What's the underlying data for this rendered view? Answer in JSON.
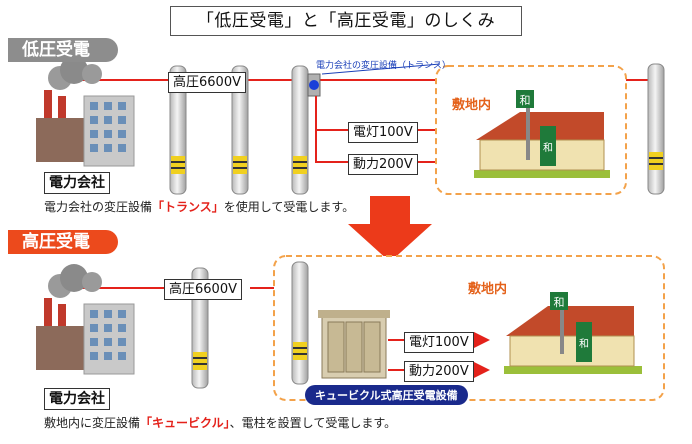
{
  "title": "「低圧受電」と「高圧受電」のしくみ",
  "low": {
    "label": "低圧受電",
    "company": "電力会社",
    "voltage": "高圧6600V",
    "transformer_label": "電力会社の変圧設備（トランス）",
    "site": "敷地内",
    "lighting": "電灯100V",
    "power": "動力200V",
    "note_before": "電力会社の変圧設備",
    "note_highlight": "「トランス」",
    "note_after": "を使用して受電します。"
  },
  "high": {
    "label": "高圧受電",
    "company": "電力会社",
    "voltage": "高圧6600V",
    "site": "敷地内",
    "lighting": "電灯100V",
    "power": "動力200V",
    "cubicle": "キュービクル式高圧受電設備",
    "note_before": "敷地内に変圧設備",
    "note_highlight": "「キュービクル」",
    "note_after": "、電柱を設置して受電します。"
  },
  "sign_text": "和",
  "colors": {
    "accent": "#ec4a1c",
    "line": "#e4221b",
    "gray": "#8d8d8d",
    "blue": "#1a2a8c"
  }
}
